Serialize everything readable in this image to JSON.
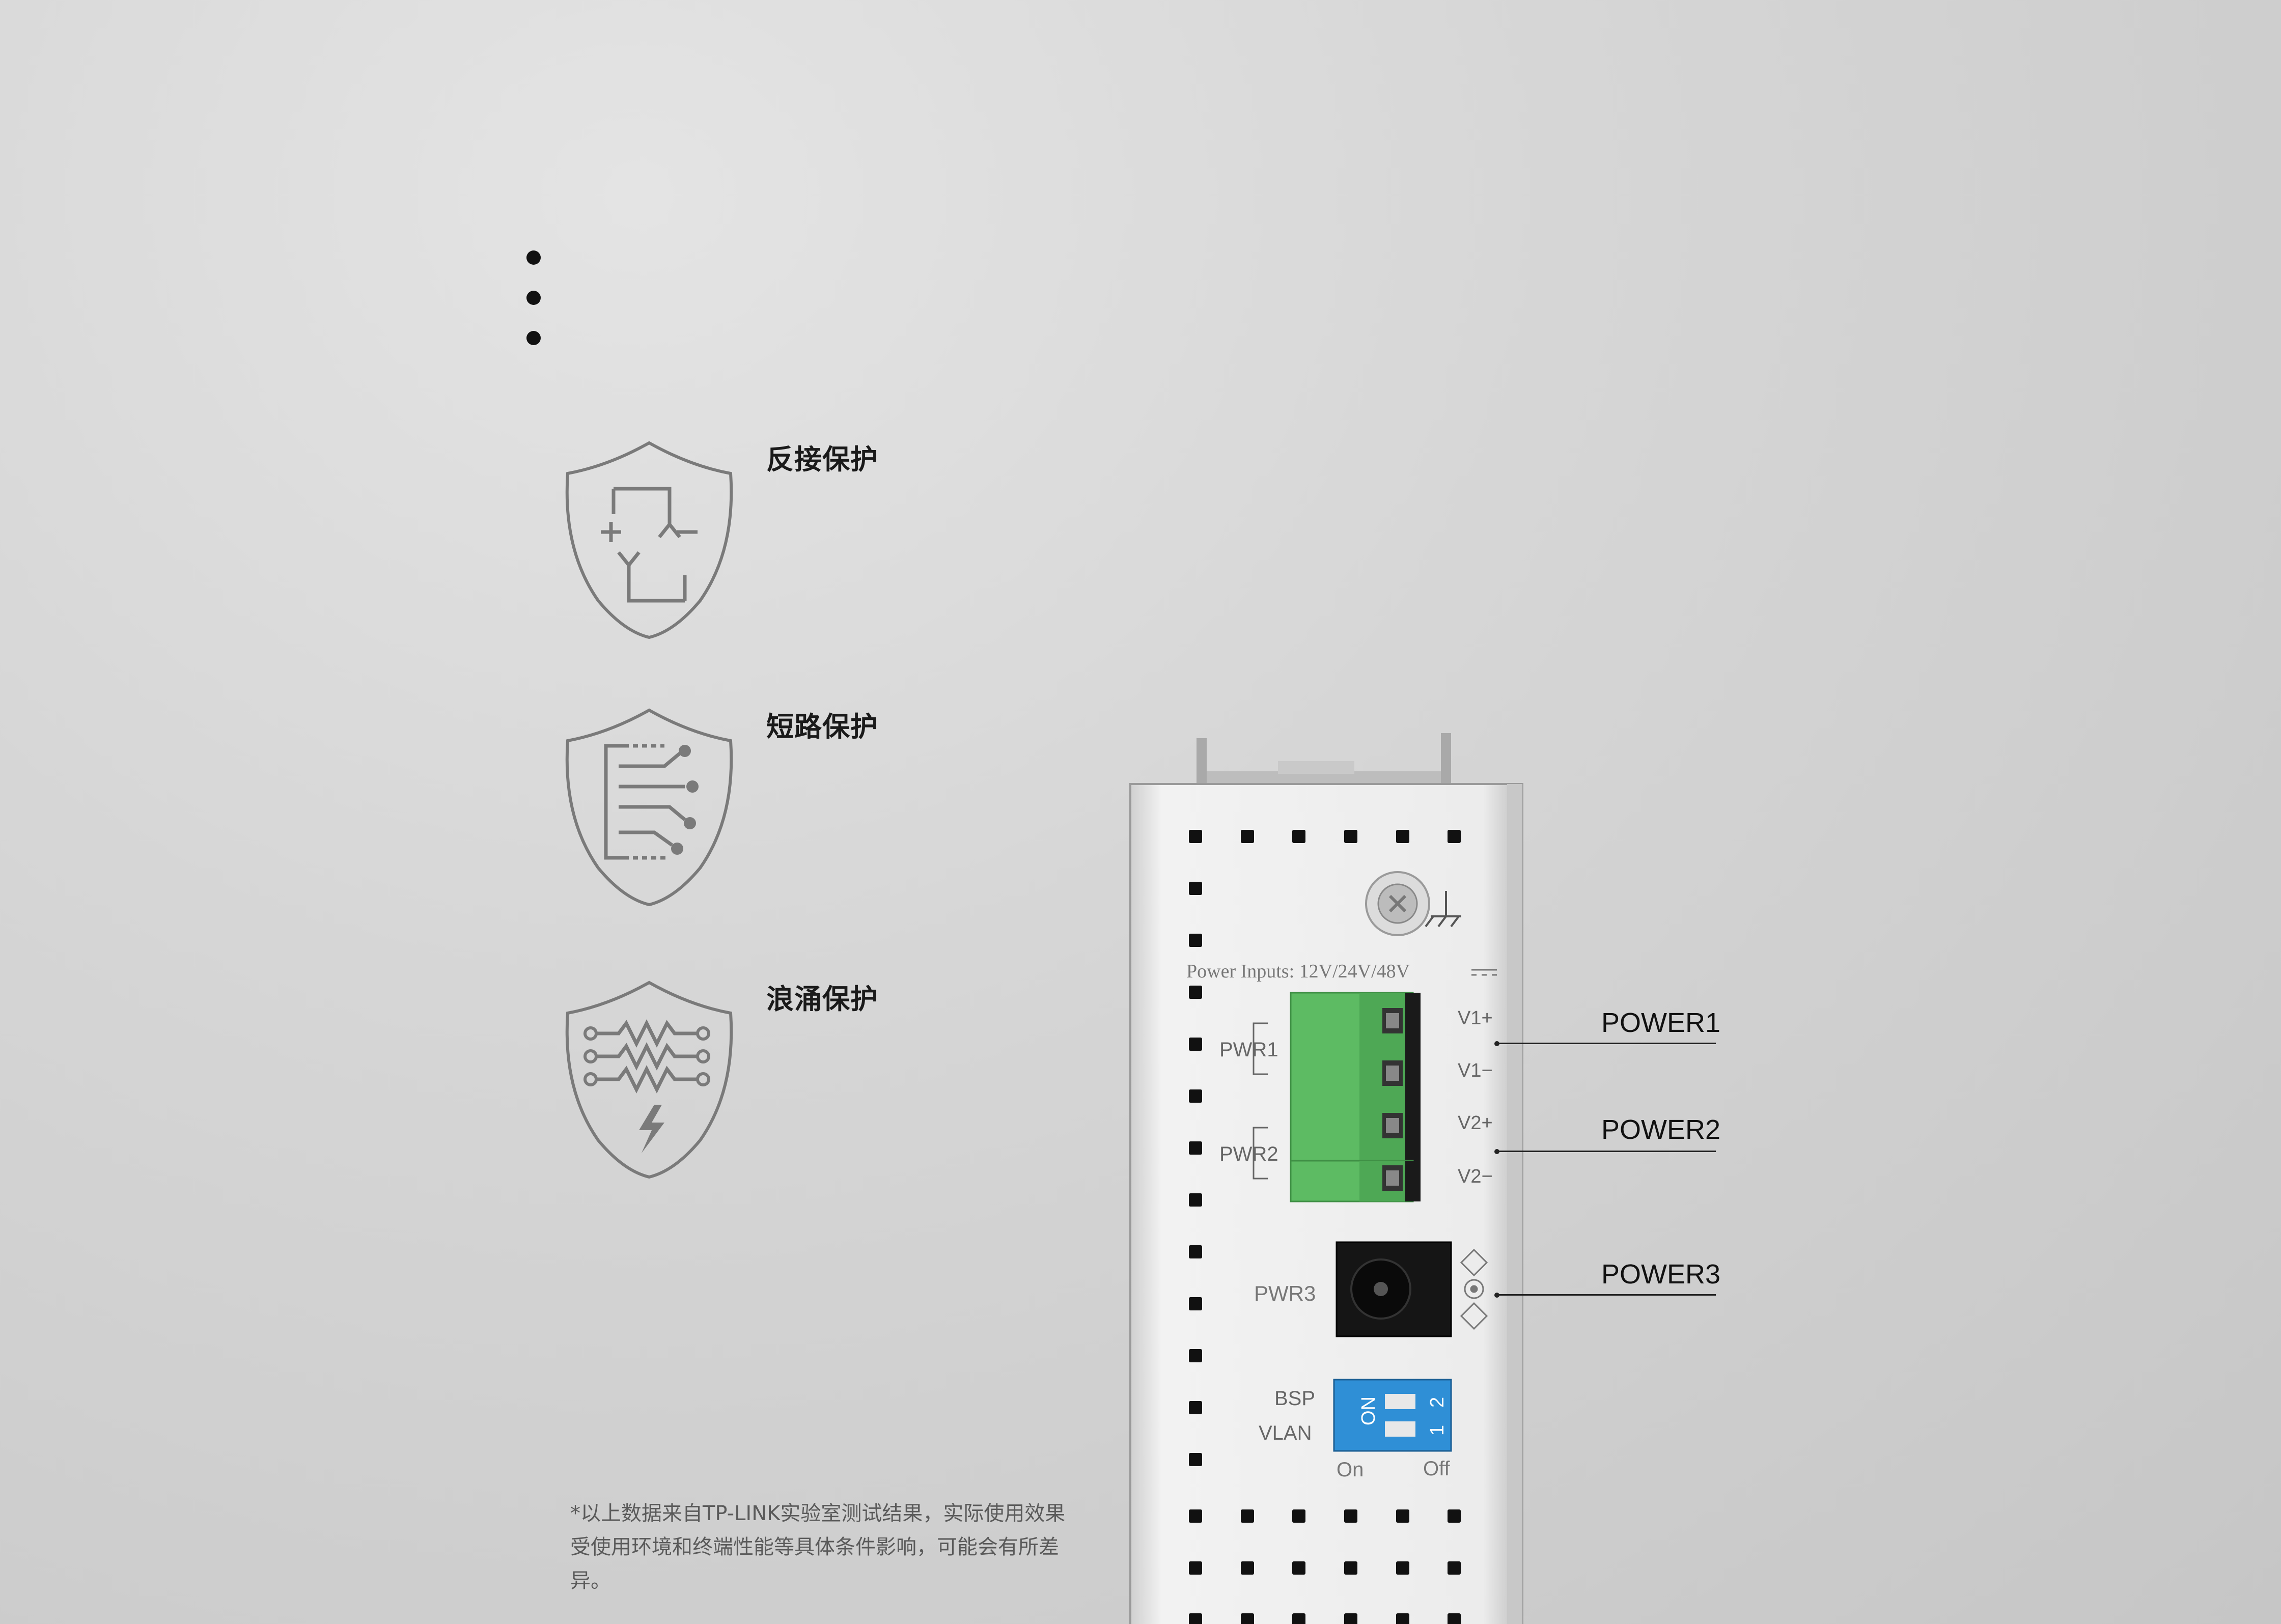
{
  "bullets": [
    "",
    "",
    ""
  ],
  "features": [
    {
      "title": "反接保护",
      "icon": "reverse-polarity-shield-icon"
    },
    {
      "title": "短路保护",
      "icon": "short-circuit-shield-icon"
    },
    {
      "title": "浪涌保护",
      "icon": "surge-shield-icon"
    }
  ],
  "footnote": "*以上数据来自TP-LINK实验室测试结果，实际使用效果受使用环境和终端性能等具体条件影响，可能会有所差异。",
  "device": {
    "power_inputs_label": "Power Inputs: 12V/24V/48V",
    "pwr1": "PWR1",
    "pwr2": "PWR2",
    "pwr3": "PWR3",
    "v1_plus": "V1+",
    "v1_minus": "V1−",
    "v2_plus": "V2+",
    "v2_minus": "V2−",
    "bsp": "BSP",
    "vlan": "VLAN",
    "on_switch": "ON",
    "dip_1": "1",
    "dip_2": "2",
    "on": "On",
    "off": "Off"
  },
  "callouts": {
    "power1": "POWER1",
    "power2": "POWER2",
    "power3": "POWER3"
  },
  "colors": {
    "terminal_green": "#5dbb63",
    "dip_blue": "#2f8fd6",
    "icon_gray": "#7a7a7a"
  }
}
